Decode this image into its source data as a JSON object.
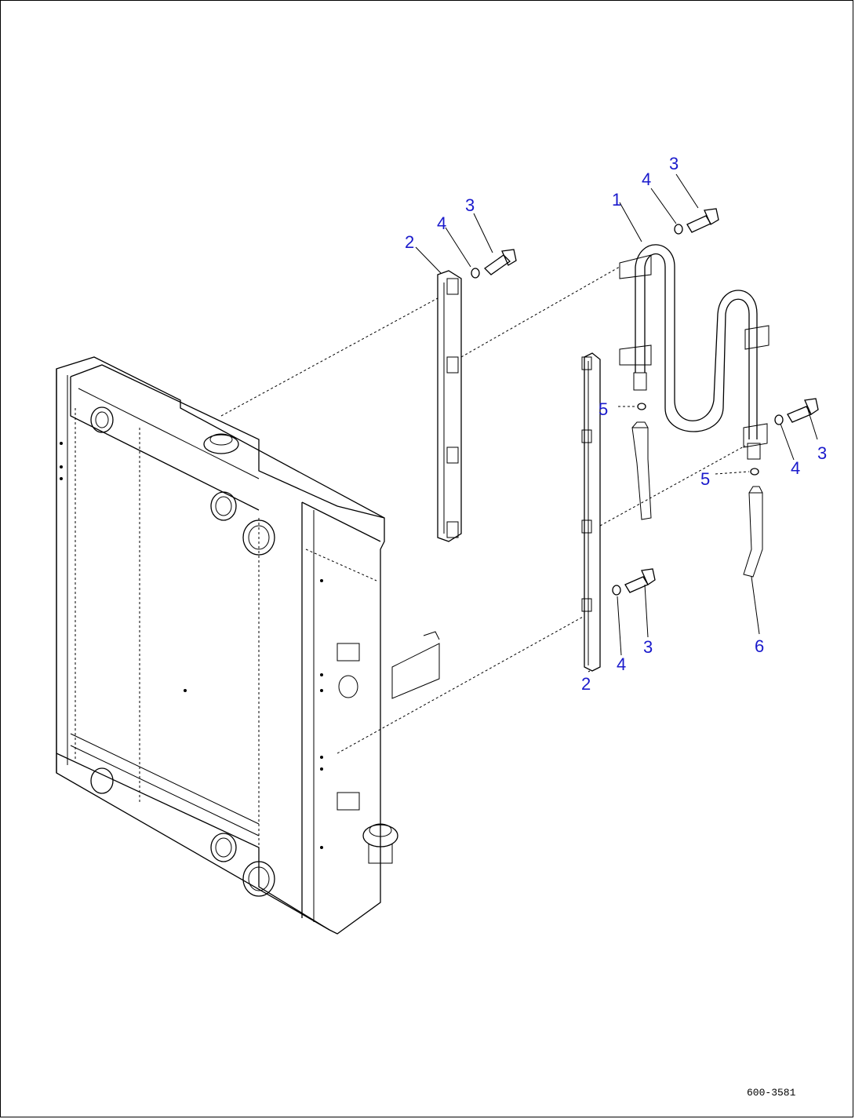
{
  "callouts": {
    "c1": "1",
    "c2_top": "2",
    "c2_bottom": "2",
    "c3_top_left": "3",
    "c3_top_right": "3",
    "c3_right": "3",
    "c3_bottom": "3",
    "c4_top_left": "4",
    "c4_top_right": "4",
    "c4_right": "4",
    "c4_bottom": "4",
    "c5_left": "5",
    "c5_right": "5",
    "c6": "6"
  },
  "drawing_code": "600-3581",
  "colors": {
    "callout": "#1a1acc",
    "line": "#000000"
  }
}
